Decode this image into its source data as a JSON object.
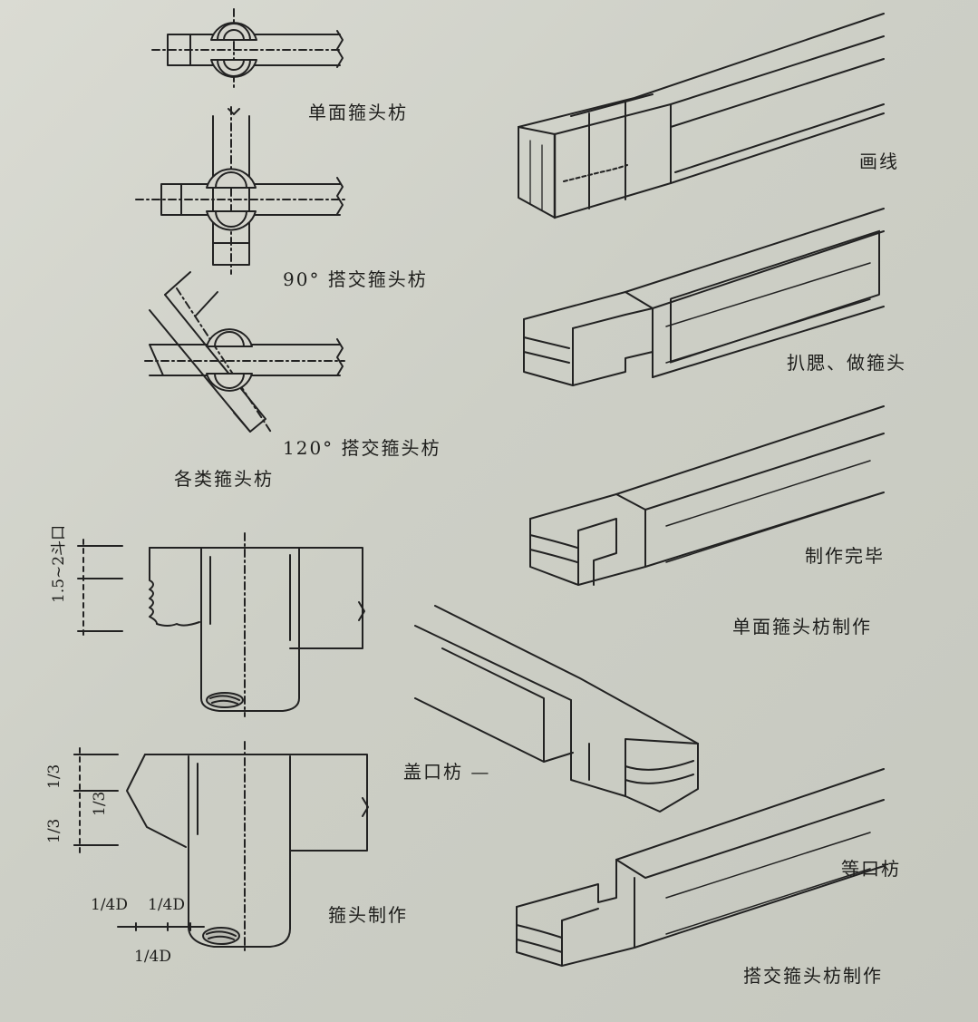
{
  "labels": {
    "single_face": "单面箍头枋",
    "cross_90": "90° 搭交箍头枋",
    "cross_120": "120° 搭交箍头枋",
    "types_caption": "各类箍头枋",
    "draw_line": "画线",
    "make_head": "扒腮、做箍头",
    "finished": "制作完毕",
    "single_making": "单面箍头枋制作",
    "cover_beam": "盖口枋 —",
    "equal_beam": "等口枋",
    "cross_making": "搭交箍头枋制作",
    "head_making": "箍头制作"
  },
  "dimensions": {
    "range_label": "1.5~2斗口",
    "third_a": "1/3",
    "third_b": "1/3",
    "third_c": "1/3",
    "quarter_a": "1/4D",
    "quarter_b": "1/4D",
    "quarter_c": "1/4D"
  },
  "colors": {
    "paper": "#cfd1c9",
    "ink": "#1e1e1c"
  }
}
